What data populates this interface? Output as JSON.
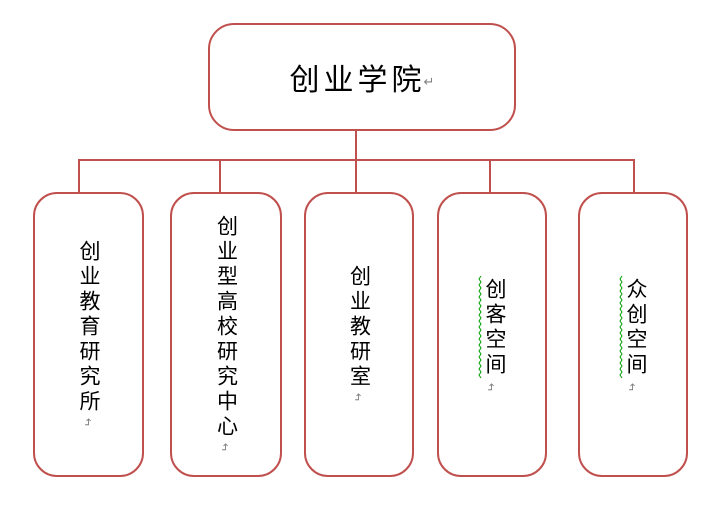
{
  "colors": {
    "accent": "#C0504D",
    "squiggle": "#00A000",
    "mark": "#808080"
  },
  "root": {
    "label": "创业学院",
    "return_mark": "↵"
  },
  "children": [
    {
      "label": "创业教育研究所",
      "return_mark": "↵",
      "spellcheck_squiggle": false
    },
    {
      "label": "创业型高校研究中心",
      "return_mark": "↵",
      "spellcheck_squiggle": false
    },
    {
      "label": "创业教研室",
      "return_mark": "↵",
      "spellcheck_squiggle": false
    },
    {
      "label": "创客空间",
      "return_mark": "↵",
      "spellcheck_squiggle": true
    },
    {
      "label": "众创空间",
      "return_mark": "↵",
      "spellcheck_squiggle": true
    }
  ]
}
